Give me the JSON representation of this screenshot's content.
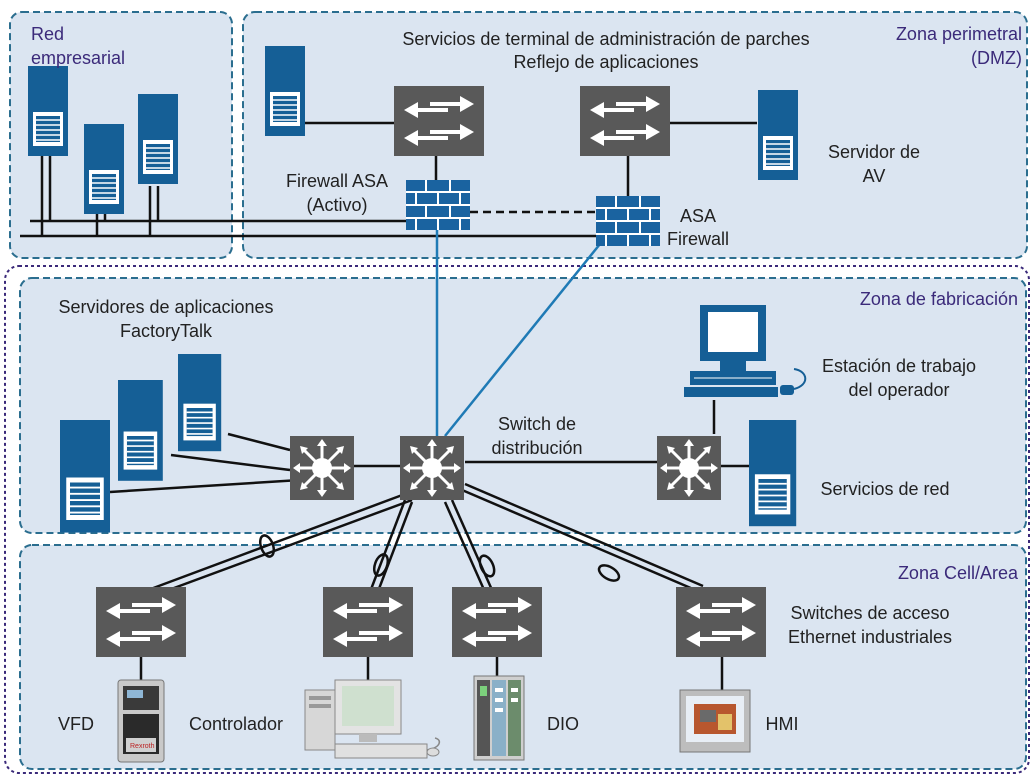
{
  "colors": {
    "zone_fill": "#dbe5f1",
    "zone_border": "#2b6e8f",
    "outer_border": "#3b2a7a",
    "zone_label": "#3b2a7a",
    "server_blue": "#155f96",
    "switch_gray": "#595959",
    "firewall_blue": "#1a63a0",
    "link_blue": "#1f7ab5",
    "link_black": "#111111"
  },
  "zones": {
    "enterprise": {
      "label_line1": "Red",
      "label_line2": "empresarial"
    },
    "dmz": {
      "label_line1": "Zona perimetral",
      "label_line2": "(DMZ)"
    },
    "manufacturing": {
      "label": "Zona de fabricación"
    },
    "cell": {
      "label": "Zona Cell/Area"
    }
  },
  "labels": {
    "patch_services_line1": "Servicios de terminal de administración de parches",
    "patch_services_line2": "Reflejo de aplicaciones",
    "firewall_active_line1": "Firewall ASA",
    "firewall_active_line2": "(Activo)",
    "asa_firewall_line1": "ASA",
    "asa_firewall_line2": "Firewall",
    "av_server_line1": "Servidor de",
    "av_server_line2": "AV",
    "app_servers_line1": "Servidores de aplicaciones",
    "app_servers_line2": "FactoryTalk",
    "operator_line1": "Estación de trabajo",
    "operator_line2": "del operador",
    "distribution_line1": "Switch de",
    "distribution_line2": "distribución",
    "network_services": "Servicios de red",
    "access_switches_line1": "Switches de acceso",
    "access_switches_line2": "Ethernet industriales",
    "vfd": "VFD",
    "controller": "Controlador",
    "dio": "DIO",
    "hmi": "HMI"
  },
  "icons": {
    "server": "server-icon",
    "switch": "switch-icon",
    "multilayer_switch": "multilayer-switch-icon",
    "firewall": "firewall-icon",
    "workstation": "workstation-icon",
    "drive": "drive-icon",
    "io_module": "io-module-icon",
    "hmi_panel": "hmi-panel-icon"
  }
}
